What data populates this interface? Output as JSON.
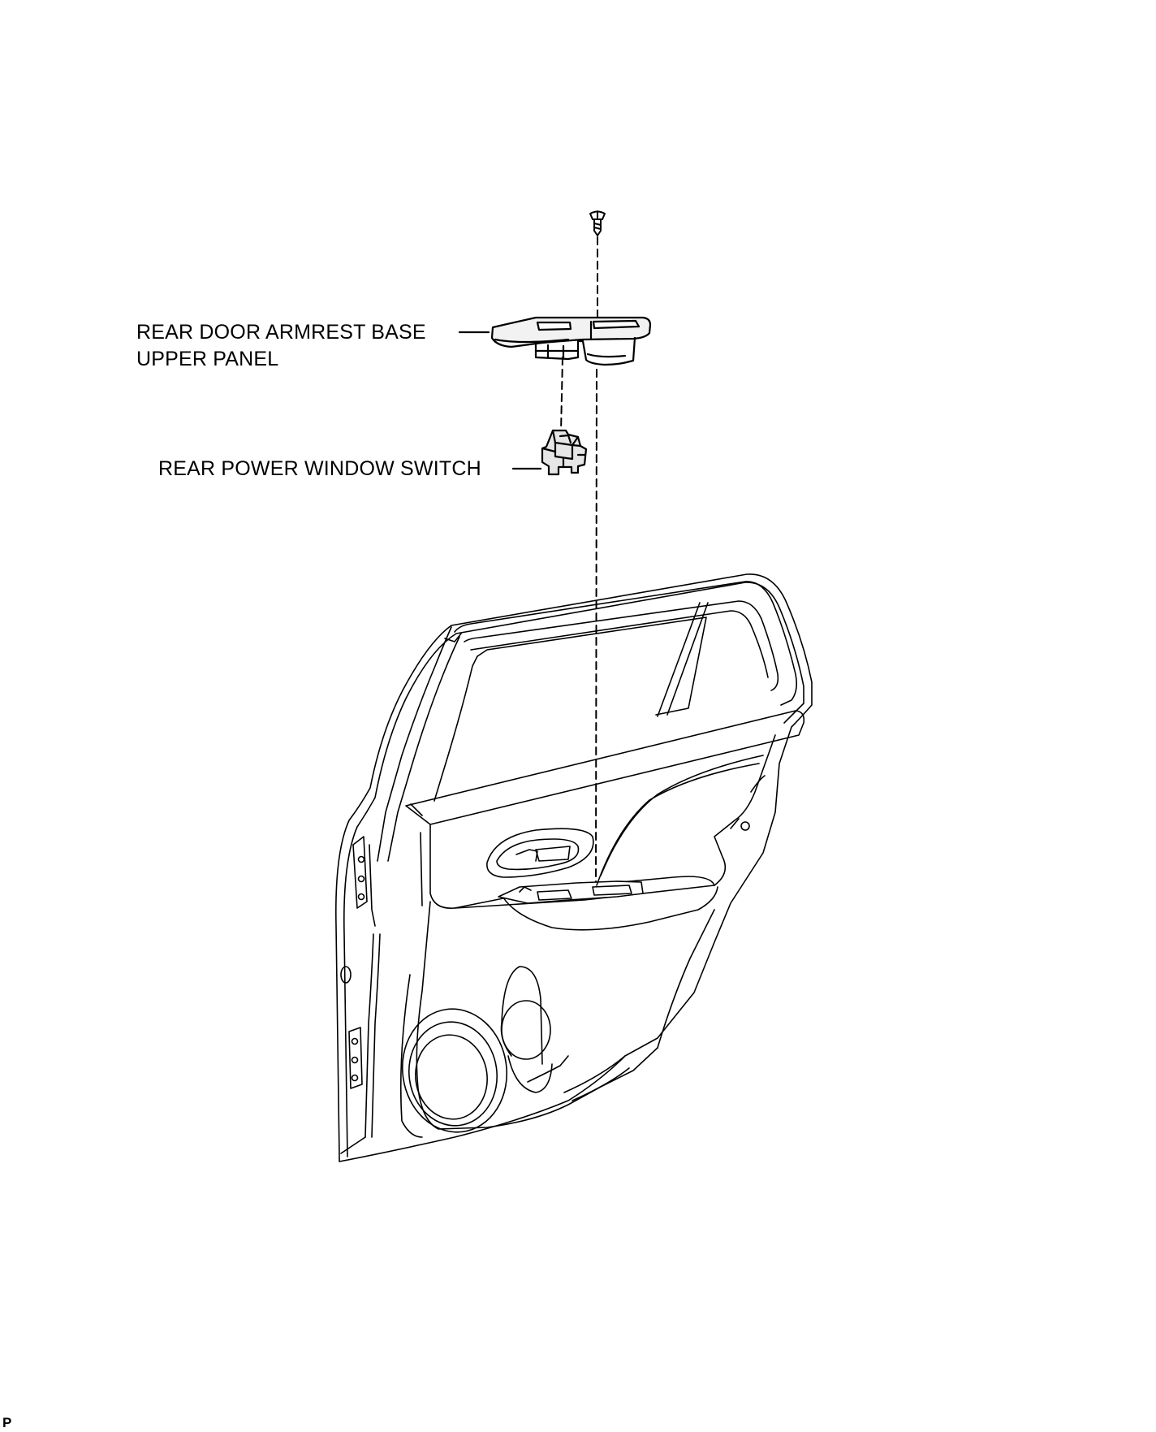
{
  "labels": {
    "armrest_line1": "REAR DOOR ARMREST BASE",
    "armrest_line2": "UPPER PANEL",
    "switch": "REAR POWER WINDOW SWITCH"
  },
  "corner_mark": "P",
  "colors": {
    "line": "#000000",
    "background": "#ffffff",
    "part_fill": "#e6e6e6"
  }
}
